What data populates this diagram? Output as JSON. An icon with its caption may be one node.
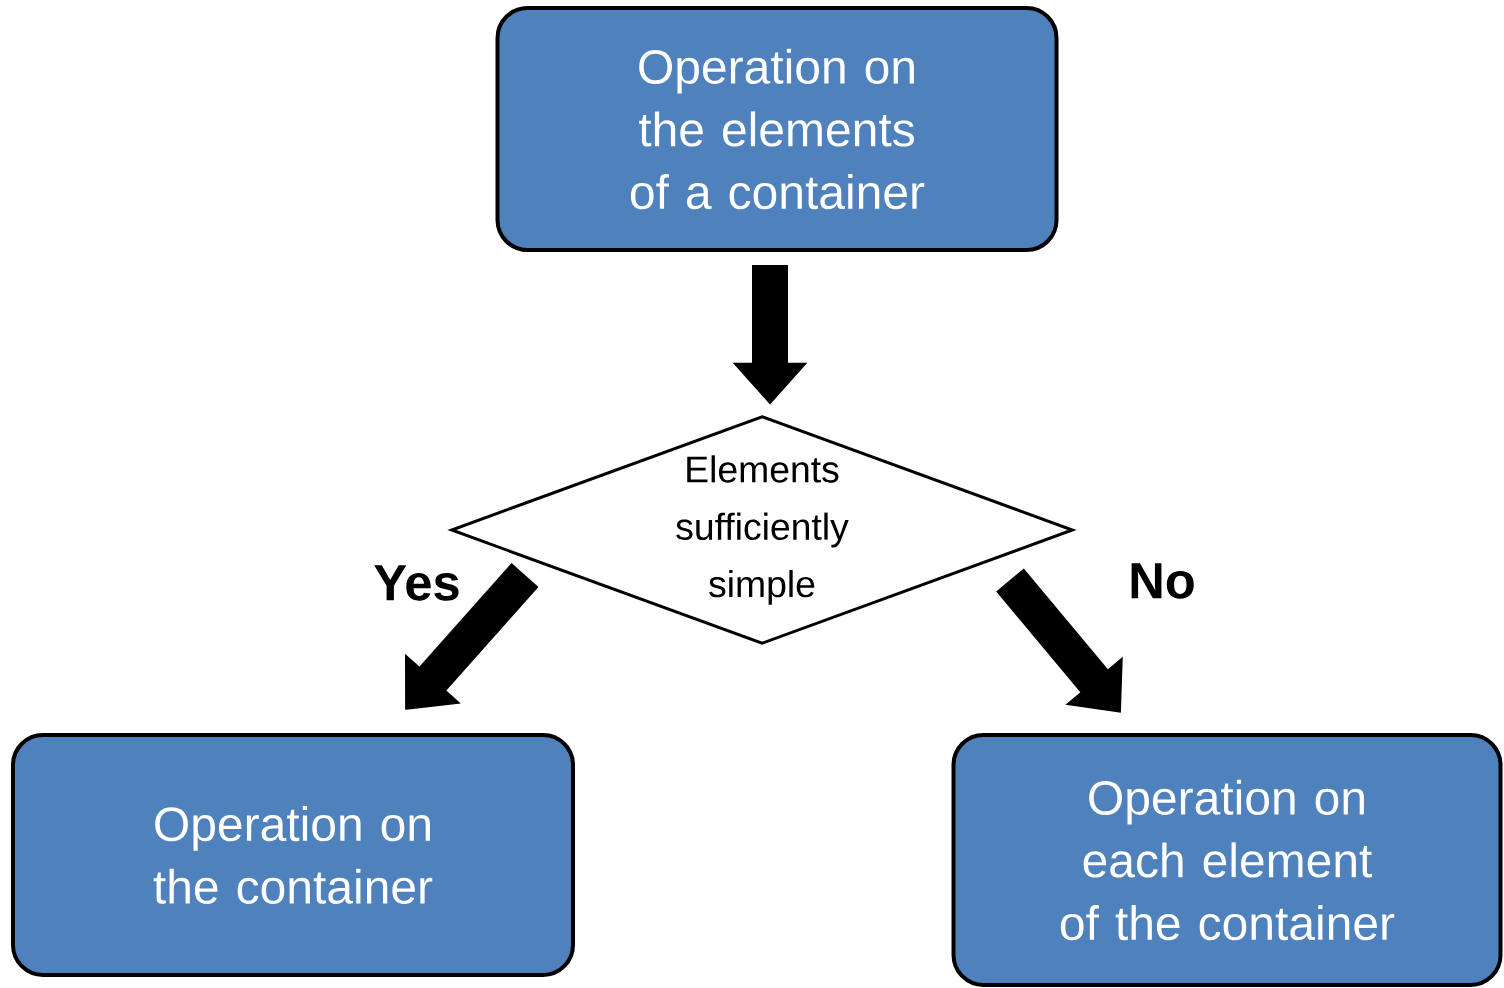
{
  "diagram": {
    "nodes": [
      {
        "text": [
          "Operation on the elements of a container"
        ]
      },
      {
        "text": [
          "Elements sufficiently simple"
        ]
      },
      {
        "text": [
          "Operation on the container"
        ]
      },
      {
        "text": [
          "Operation on each element of the container"
        ]
      }
    ],
    "edges": [
      {
        "from": 0,
        "to": 1,
        "arrow": "to"
      },
      {
        "from": 1,
        "to": 2,
        "arrow": "to",
        "label": "Yes"
      },
      {
        "from": 1,
        "to": 3,
        "arrow": "to",
        "label": "No"
      }
    ]
  }
}
